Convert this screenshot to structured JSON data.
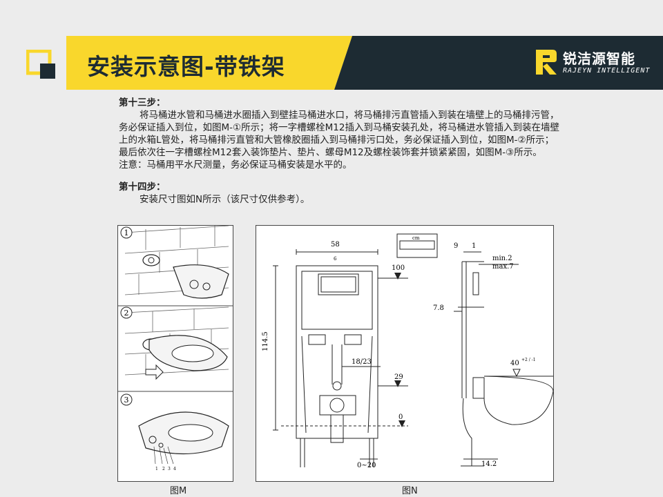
{
  "header": {
    "title": "安装示意图-带铁架",
    "brand_cn": "锐洁源智能",
    "brand_en": "RAJEYN INTELLIGENT",
    "colors": {
      "yellow": "#f9d72c",
      "dark": "#1d2b33"
    }
  },
  "step13": {
    "title": "第十三步：",
    "body": "将马桶进水管和马桶进水圈插入到壁挂马桶进水口，将马桶排污直管插入到装在墙壁上的马桶排污管，务必保证插入到位，如图M-①所示；将一字槽螺栓M12插入到马桶安装孔处，将马桶进水管插入到装在墙壁上的水箱L管处，将马桶排污直管和大管橡胶圈插入到马桶排污口处，务必保证插入到位，如图M-②所示；最后依次往一字槽螺栓M12套入装饰垫片、垫片、螺母M12及螺栓装饰套并锁紧紧固，如图M-③所示。",
    "note": "注意：马桶用平水尺测量，务必保证马桶安装是水平的。"
  },
  "step14": {
    "title": "第十四步：",
    "body": "安装尺寸图如N所示（该尺寸仅供参考）。"
  },
  "figM": {
    "caption": "图M",
    "panel1": "1",
    "panel2": "2",
    "panel3": "3",
    "small_labels": [
      "1",
      "2",
      "3",
      "4"
    ]
  },
  "figN": {
    "caption": "图N",
    "dims": {
      "width": "58",
      "small": "6",
      "d100": "100",
      "height": "114.5",
      "d1823": "18/23",
      "d29": "29",
      "d0": "0",
      "d020": "0~20",
      "cm": "cm",
      "d9": "9",
      "d1": "1",
      "min": "min.2",
      "max": "max.7",
      "d78": "7.8",
      "d40": "40",
      "d40tol": "+2 / -1",
      "d142": "14.2"
    }
  }
}
